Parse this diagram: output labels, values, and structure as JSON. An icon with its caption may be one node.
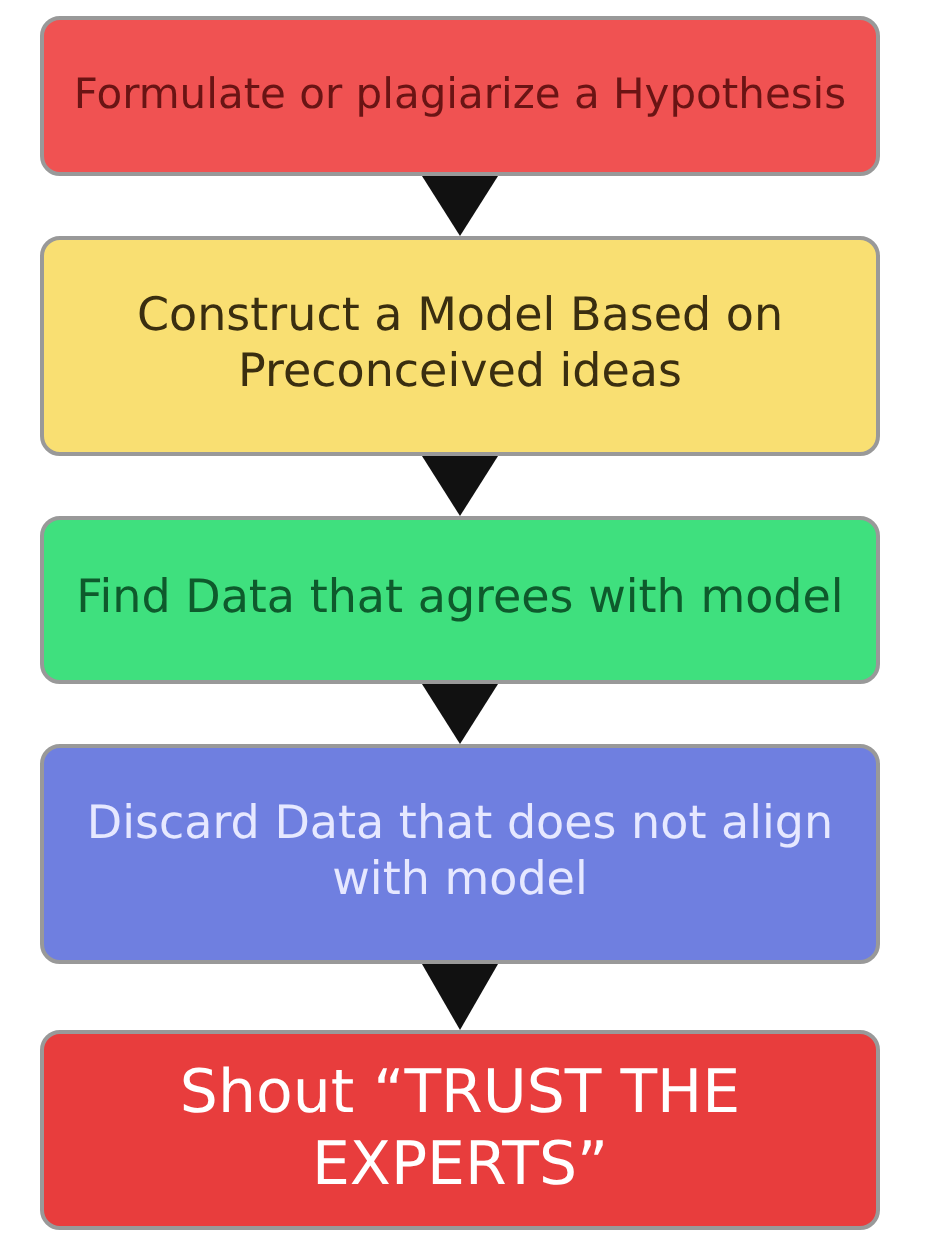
{
  "diagram": {
    "nodes": [
      {
        "text": [
          "Formulate or plagiarize a Hypothesis"
        ]
      },
      {
        "text": [
          "Construct a Model Based on Preconceived ideas"
        ]
      },
      {
        "text": [
          "Find Data that agrees with model"
        ]
      },
      {
        "text": [
          "Discard Data that does not align with model"
        ]
      },
      {
        "text": [
          "Shout “TRUST THE EXPERTS”"
        ]
      }
    ],
    "edges": [
      {
        "from": 0,
        "to": 1,
        "arrow": "to"
      },
      {
        "from": 1,
        "to": 2,
        "arrow": "to"
      },
      {
        "from": 2,
        "to": 3,
        "arrow": "to"
      },
      {
        "from": 3,
        "to": 4,
        "arrow": "to"
      }
    ]
  }
}
